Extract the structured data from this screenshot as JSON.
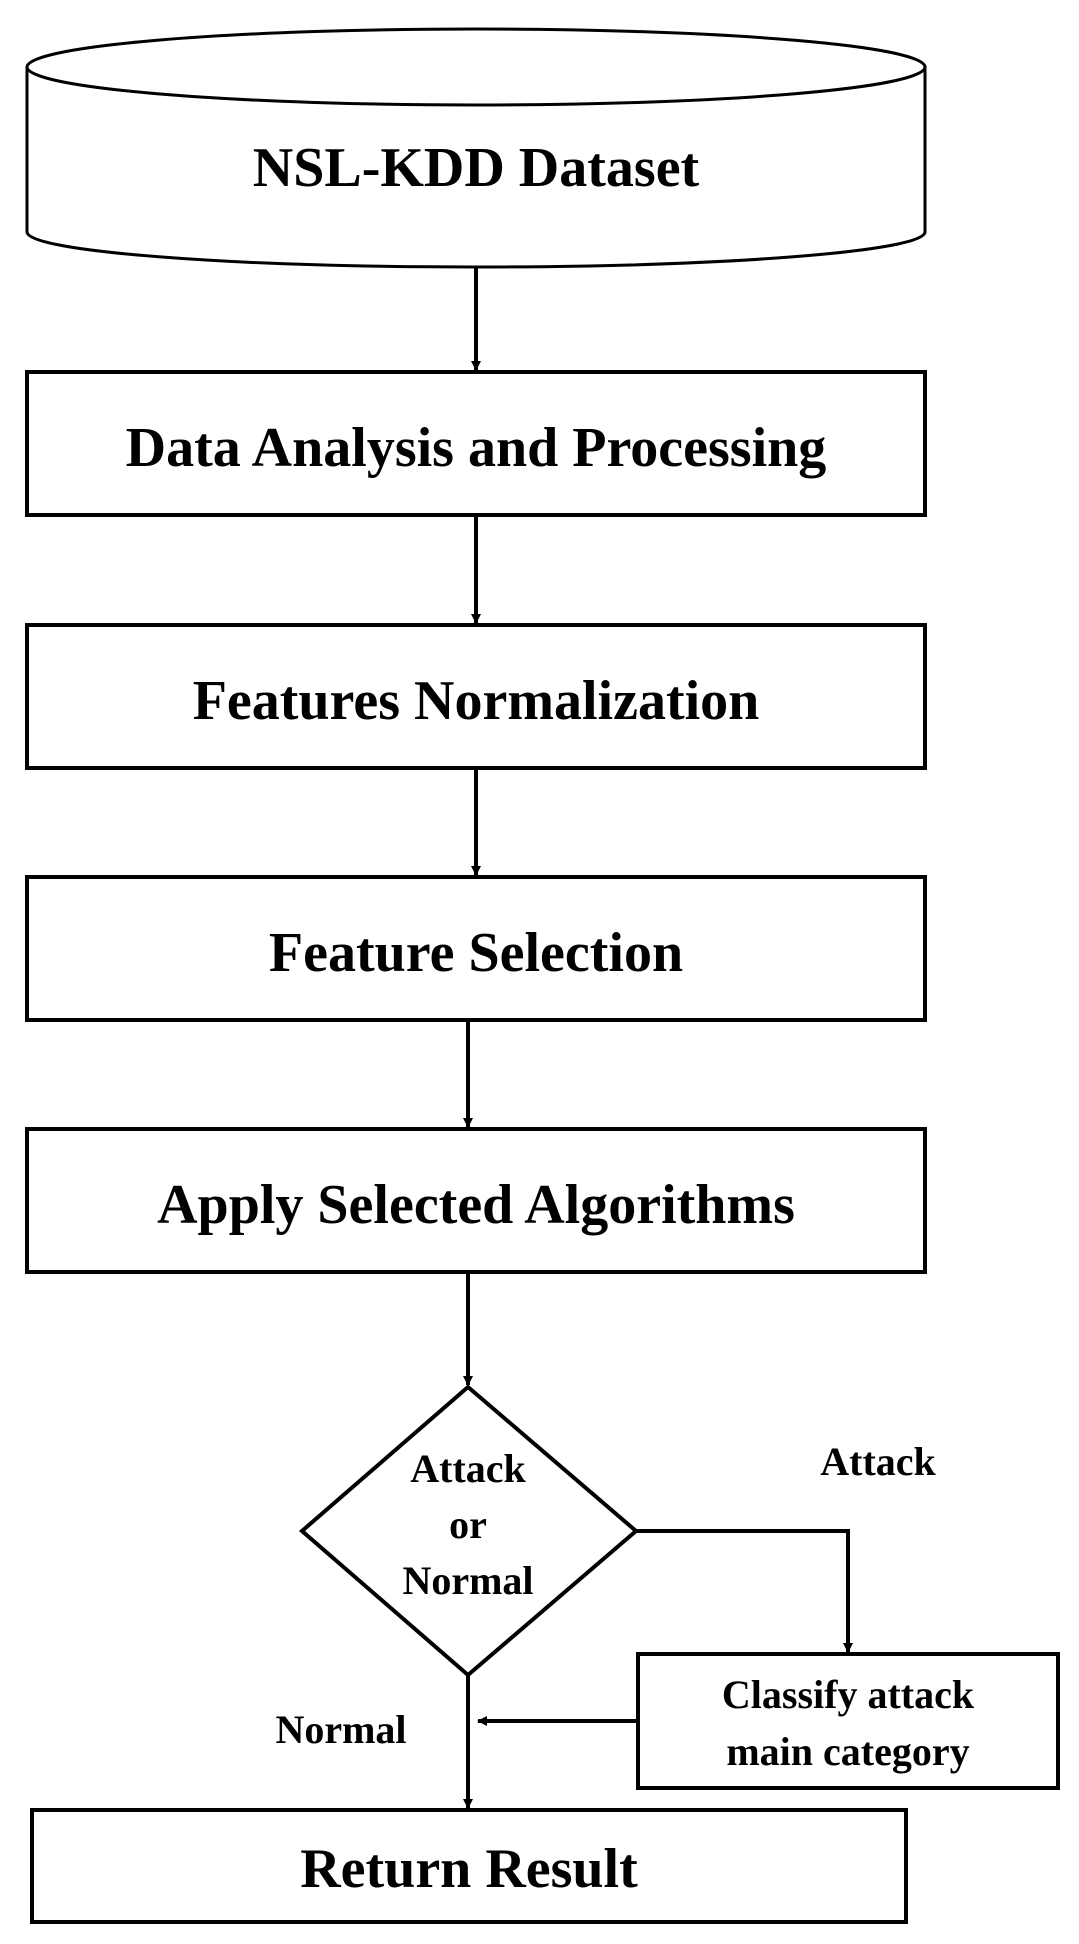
{
  "nodes": {
    "dataset": {
      "label": "NSL-KDD Dataset"
    },
    "data_analysis": {
      "label": "Data Analysis and Processing"
    },
    "features_normalization": {
      "label": "Features Normalization"
    },
    "feature_selection": {
      "label": "Feature Selection"
    },
    "apply_algorithms": {
      "label": "Apply Selected Algorithms"
    },
    "decision": {
      "lines": [
        "Attack",
        "or",
        "Normal"
      ]
    },
    "classify_attack": {
      "lines": [
        "Classify attack",
        "main category"
      ]
    },
    "return_result": {
      "label": "Return Result"
    }
  },
  "edge_labels": {
    "attack": "Attack",
    "normal": "Normal"
  },
  "colors": {
    "stroke": "#000000",
    "background": "#ffffff"
  }
}
